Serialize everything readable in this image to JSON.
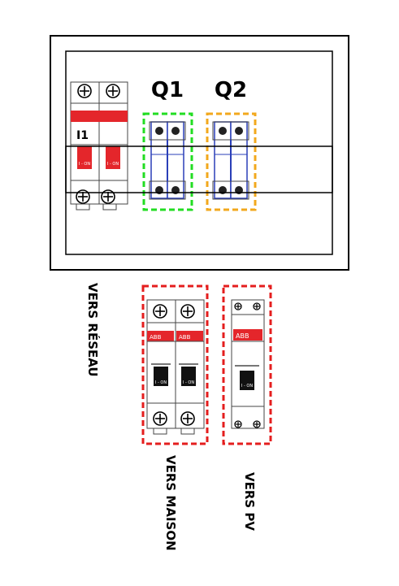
{
  "labels": {
    "i1": "I1",
    "q1": "Q1",
    "q2": "Q2",
    "vers_reseau": "VERS RÉSEAU",
    "vers_maison": "VERS MAISON",
    "vers_pv": "VERS PV"
  },
  "breaker_marks": {
    "on_text": "I - ON",
    "brand": "ABB"
  },
  "colors": {
    "breaker_red": "#e4262b",
    "q1_frame": "#22dd22",
    "q2_frame": "#f2a81d",
    "group_frame": "#e41e1e",
    "din_blue": "#2a3fb8"
  }
}
